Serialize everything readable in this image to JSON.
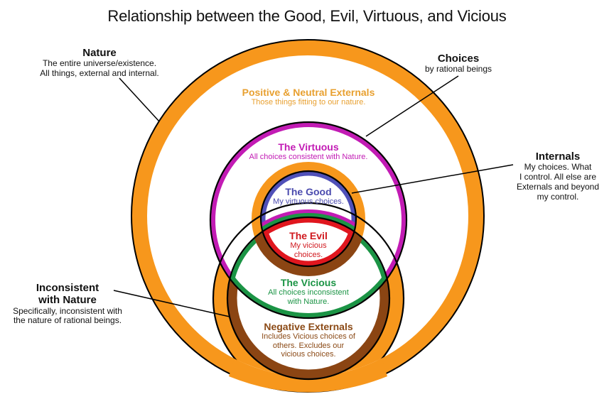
{
  "title": "Relationship between the Good, Evil, Virtuous, and Vicious",
  "colors": {
    "orange": "#f7971c",
    "magenta": "#c21bb4",
    "blue": "#5050b8",
    "red": "#e0161e",
    "green": "#1b9445",
    "brown": "#8b4513",
    "orange_text": "#e8a030",
    "brown_text": "#8b4a16"
  },
  "callouts": {
    "nature": {
      "heading": "Nature",
      "lines": [
        "The entire universe/existence.",
        "All things, external and internal."
      ]
    },
    "choices": {
      "heading": "Choices",
      "lines": [
        "by rational beings"
      ]
    },
    "internals": {
      "heading": "Internals",
      "lines": [
        "My choices. What",
        "I control. All else are",
        "Externals and beyond",
        "my control."
      ]
    },
    "inconsistent": {
      "heading_lines": [
        "Inconsistent",
        "with Nature"
      ],
      "lines": [
        "Specifically, inconsistent with",
        "the nature of rational beings."
      ]
    }
  },
  "regions": {
    "positive": {
      "heading": "Positive & Neutral Externals",
      "lines": [
        "Those things fitting to our nature."
      ]
    },
    "virtuous": {
      "heading": "The Virtuous",
      "lines": [
        "All choices consistent with Nature."
      ]
    },
    "good": {
      "heading": "The Good",
      "lines": [
        "My virtuous choices."
      ]
    },
    "evil": {
      "heading": "The Evil",
      "lines": [
        "My vicious",
        "choices."
      ]
    },
    "vicious": {
      "heading": "The Vicious",
      "lines": [
        "All choices inconsistent",
        "with Nature."
      ]
    },
    "negative": {
      "heading": "Negative Externals",
      "lines": [
        "Includes Vicious choices of",
        "others. Excludes our",
        "vicious choices."
      ]
    }
  }
}
